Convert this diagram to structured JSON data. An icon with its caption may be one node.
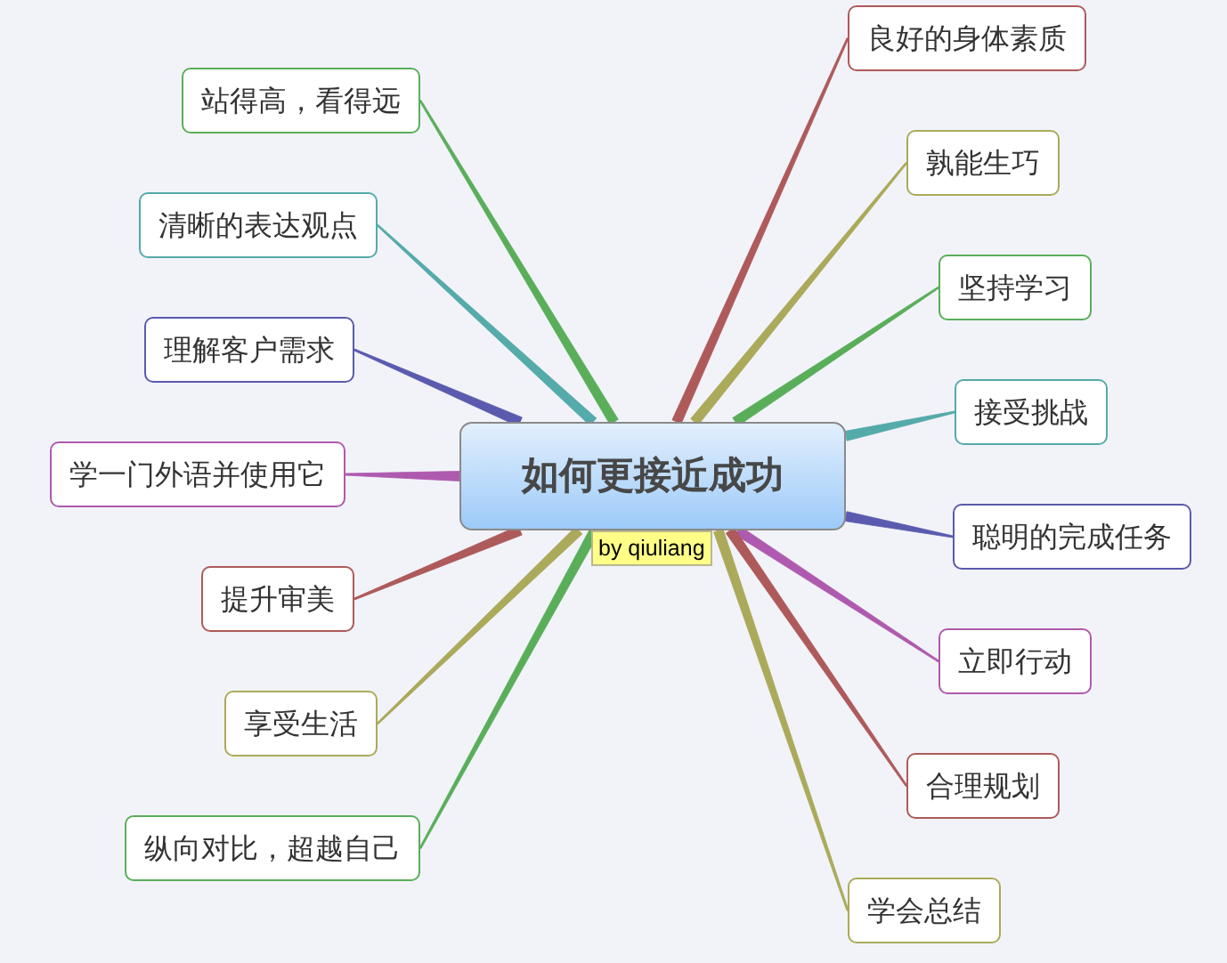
{
  "diagram": {
    "nodes": [
      {
        "text": [
          "如何更接近成功"
        ]
      },
      {
        "text": [
          "by qiuliang"
        ]
      },
      {
        "text": [
          "良好的身体素质"
        ]
      },
      {
        "text": [
          "孰能生巧"
        ]
      },
      {
        "text": [
          "坚持学习"
        ]
      },
      {
        "text": [
          "接受挑战"
        ]
      },
      {
        "text": [
          "聪明的完成任务"
        ]
      },
      {
        "text": [
          "立即行动"
        ]
      },
      {
        "text": [
          "合理规划"
        ]
      },
      {
        "text": [
          "学会总结"
        ]
      },
      {
        "text": [
          "站得高，看得远"
        ]
      },
      {
        "text": [
          "清晰的表达观点"
        ]
      },
      {
        "text": [
          "理解客户需求"
        ]
      },
      {
        "text": [
          "学一门外语并使用它"
        ]
      },
      {
        "text": [
          "提升审美"
        ]
      },
      {
        "text": [
          "享受生活"
        ]
      },
      {
        "text": [
          "纵向对比，超越自己"
        ]
      }
    ],
    "edges": [
      {
        "from": 0,
        "to": 2,
        "arrow": "none",
        "color": "#ae5a5a"
      },
      {
        "from": 0,
        "to": 3,
        "arrow": "none",
        "color": "#aaaa5a"
      },
      {
        "from": 0,
        "to": 4,
        "arrow": "none",
        "color": "#5aae5a"
      },
      {
        "from": 0,
        "to": 5,
        "arrow": "none",
        "color": "#55aaaa"
      },
      {
        "from": 0,
        "to": 6,
        "arrow": "none",
        "color": "#5a5aae"
      },
      {
        "from": 0,
        "to": 7,
        "arrow": "none",
        "color": "#ae5aae"
      },
      {
        "from": 0,
        "to": 8,
        "arrow": "none",
        "color": "#ae5a5a"
      },
      {
        "from": 0,
        "to": 9,
        "arrow": "none",
        "color": "#aaaa5a"
      },
      {
        "from": 0,
        "to": 10,
        "arrow": "none",
        "color": "#5aae5a"
      },
      {
        "from": 0,
        "to": 11,
        "arrow": "none",
        "color": "#55aaaa"
      },
      {
        "from": 0,
        "to": 12,
        "arrow": "none",
        "color": "#5a5aae"
      },
      {
        "from": 0,
        "to": 13,
        "arrow": "none",
        "color": "#ae5aae"
      },
      {
        "from": 0,
        "to": 14,
        "arrow": "none",
        "color": "#ae5a5a"
      },
      {
        "from": 0,
        "to": 15,
        "arrow": "none",
        "color": "#aaaa5a"
      },
      {
        "from": 0,
        "to": 16,
        "arrow": "none",
        "color": "#5aae5a"
      }
    ]
  }
}
